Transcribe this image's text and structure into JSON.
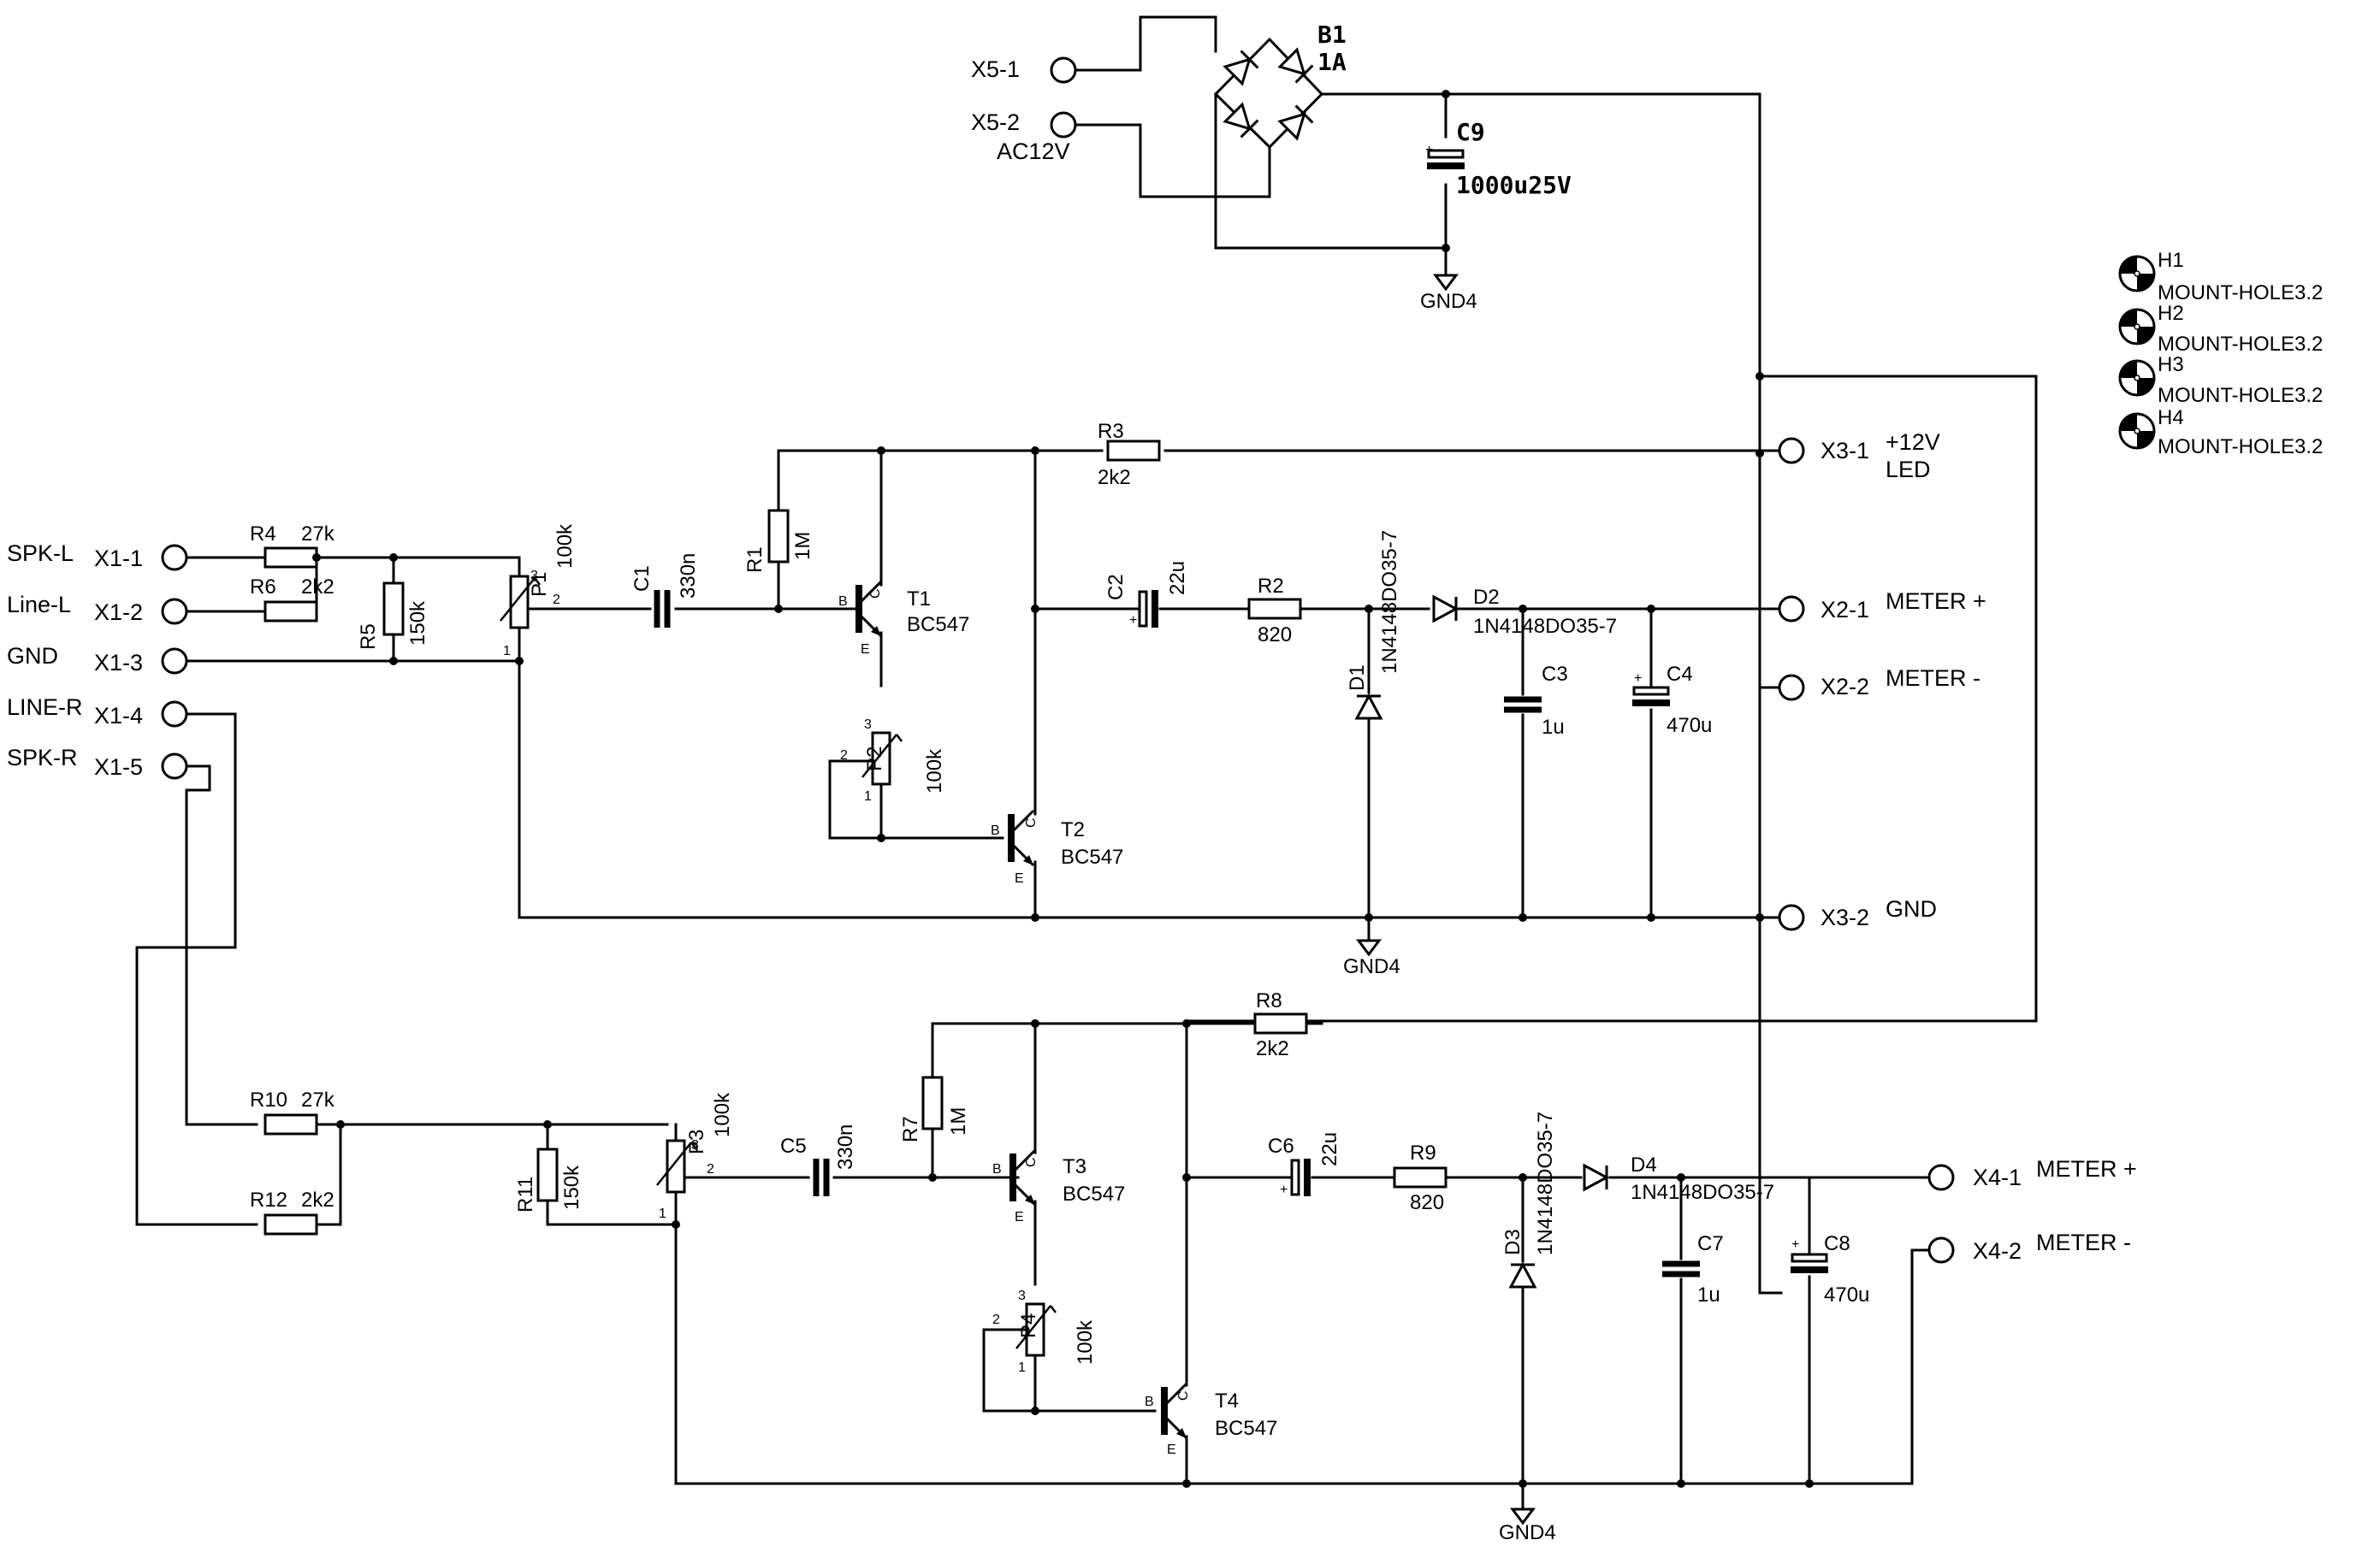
{
  "connectors": {
    "x1_1": "X1-1",
    "x1_2": "X1-2",
    "x1_3": "X1-3",
    "x1_4": "X1-4",
    "x1_5": "X1-5",
    "x2_1": "X2-1",
    "x2_2": "X2-2",
    "x3_1": "X3-1",
    "x3_2": "X3-2",
    "x4_1": "X4-1",
    "x4_2": "X4-2",
    "x5_1": "X5-1",
    "x5_2": "X5-2"
  },
  "signals": {
    "spk_l": "SPK-L",
    "line_l": "Line-L",
    "gnd": "GND",
    "line_r": "LINE-R",
    "spk_r": "SPK-R",
    "ac12v": "AC12V",
    "plus12v": "+12V",
    "led": "LED",
    "meter_plus": "METER +",
    "meter_minus": "METER -",
    "gnd_out": "GND"
  },
  "components": {
    "r1": {
      "name": "R1",
      "value": "1M"
    },
    "r2": {
      "name": "R2",
      "value": "820"
    },
    "r3": {
      "name": "R3",
      "value": "2k2"
    },
    "r4": {
      "name": "R4",
      "value": "27k"
    },
    "r5": {
      "name": "R5",
      "value": "150k"
    },
    "r6": {
      "name": "R6",
      "value": "2k2"
    },
    "r7": {
      "name": "R7",
      "value": "1M"
    },
    "r8": {
      "name": "R8",
      "value": "2k2"
    },
    "r9": {
      "name": "R9",
      "value": "820"
    },
    "r10": {
      "name": "R10",
      "value": "27k"
    },
    "r11": {
      "name": "R11",
      "value": "150k"
    },
    "r12": {
      "name": "R12",
      "value": "2k2"
    },
    "c1": {
      "name": "C1",
      "value": "330n"
    },
    "c2": {
      "name": "C2",
      "value": "22u"
    },
    "c3": {
      "name": "C3",
      "value": "1u"
    },
    "c4": {
      "name": "C4",
      "value": "470u"
    },
    "c5": {
      "name": "C5",
      "value": "330n"
    },
    "c6": {
      "name": "C6",
      "value": "22u"
    },
    "c7": {
      "name": "C7",
      "value": "1u"
    },
    "c8": {
      "name": "C8",
      "value": "470u"
    },
    "c9": {
      "name": "C9",
      "value": "1000u25V"
    },
    "p1": {
      "name": "P1",
      "value": "100k"
    },
    "p2": {
      "name": "P2",
      "value": "100k"
    },
    "p3": {
      "name": "P3",
      "value": "100k"
    },
    "p4": {
      "name": "P4",
      "value": "100k"
    },
    "t1": {
      "name": "T1",
      "value": "BC547"
    },
    "t2": {
      "name": "T2",
      "value": "BC547"
    },
    "t3": {
      "name": "T3",
      "value": "BC547"
    },
    "t4": {
      "name": "T4",
      "value": "BC547"
    },
    "d1": {
      "name": "D1",
      "value": "1N4148DO35-7"
    },
    "d2": {
      "name": "D2",
      "value": "1N4148DO35-7"
    },
    "d3": {
      "name": "D3",
      "value": "1N4148DO35-7"
    },
    "d4": {
      "name": "D4",
      "value": "1N4148DO35-7"
    },
    "b1": {
      "name": "B1",
      "value": "1A"
    },
    "gnd4": "GND4"
  },
  "pins": {
    "one": "1",
    "two": "2",
    "three": "3",
    "b": "B",
    "e": "E",
    "c": "C",
    "plus": "+"
  },
  "mount_holes": [
    {
      "name": "H1",
      "value": "MOUNT-HOLE3.2"
    },
    {
      "name": "H2",
      "value": "MOUNT-HOLE3.2"
    },
    {
      "name": "H3",
      "value": "MOUNT-HOLE3.2"
    },
    {
      "name": "H4",
      "value": "MOUNT-HOLE3.2"
    }
  ],
  "colors": {
    "line": "#000000",
    "background": "#ffffff"
  }
}
